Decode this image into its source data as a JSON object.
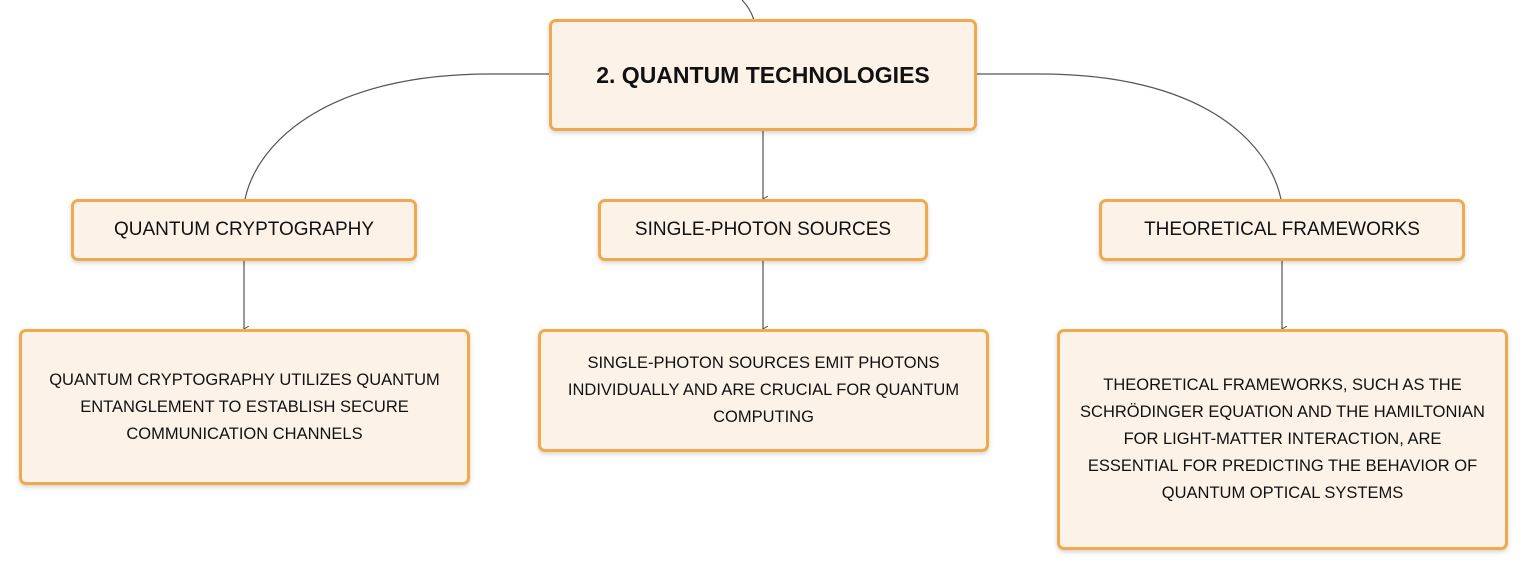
{
  "root": {
    "label": "2. QUANTUM TECHNOLOGIES"
  },
  "children": [
    {
      "label": "QUANTUM CRYPTOGRAPHY",
      "detail": "QUANTUM CRYPTOGRAPHY UTILIZES QUANTUM ENTANGLEMENT TO ESTABLISH SECURE COMMUNICATION CHANNELS"
    },
    {
      "label": "SINGLE-PHOTON SOURCES",
      "detail": "SINGLE-PHOTON SOURCES EMIT PHOTONS INDIVIDUALLY AND ARE CRUCIAL FOR QUANTUM COMPUTING"
    },
    {
      "label": "THEORETICAL FRAMEWORKS",
      "detail": "THEORETICAL FRAMEWORKS, SUCH AS THE SCHRÖDINGER EQUATION AND THE HAMILTONIAN FOR LIGHT-MATTER INTERACTION, ARE ESSENTIAL FOR PREDICTING THE BEHAVIOR OF QUANTUM OPTICAL SYSTEMS"
    }
  ],
  "colors": {
    "node_fill": "#fdf2e8",
    "node_border": "#f0a94c",
    "connector": "#555555"
  }
}
